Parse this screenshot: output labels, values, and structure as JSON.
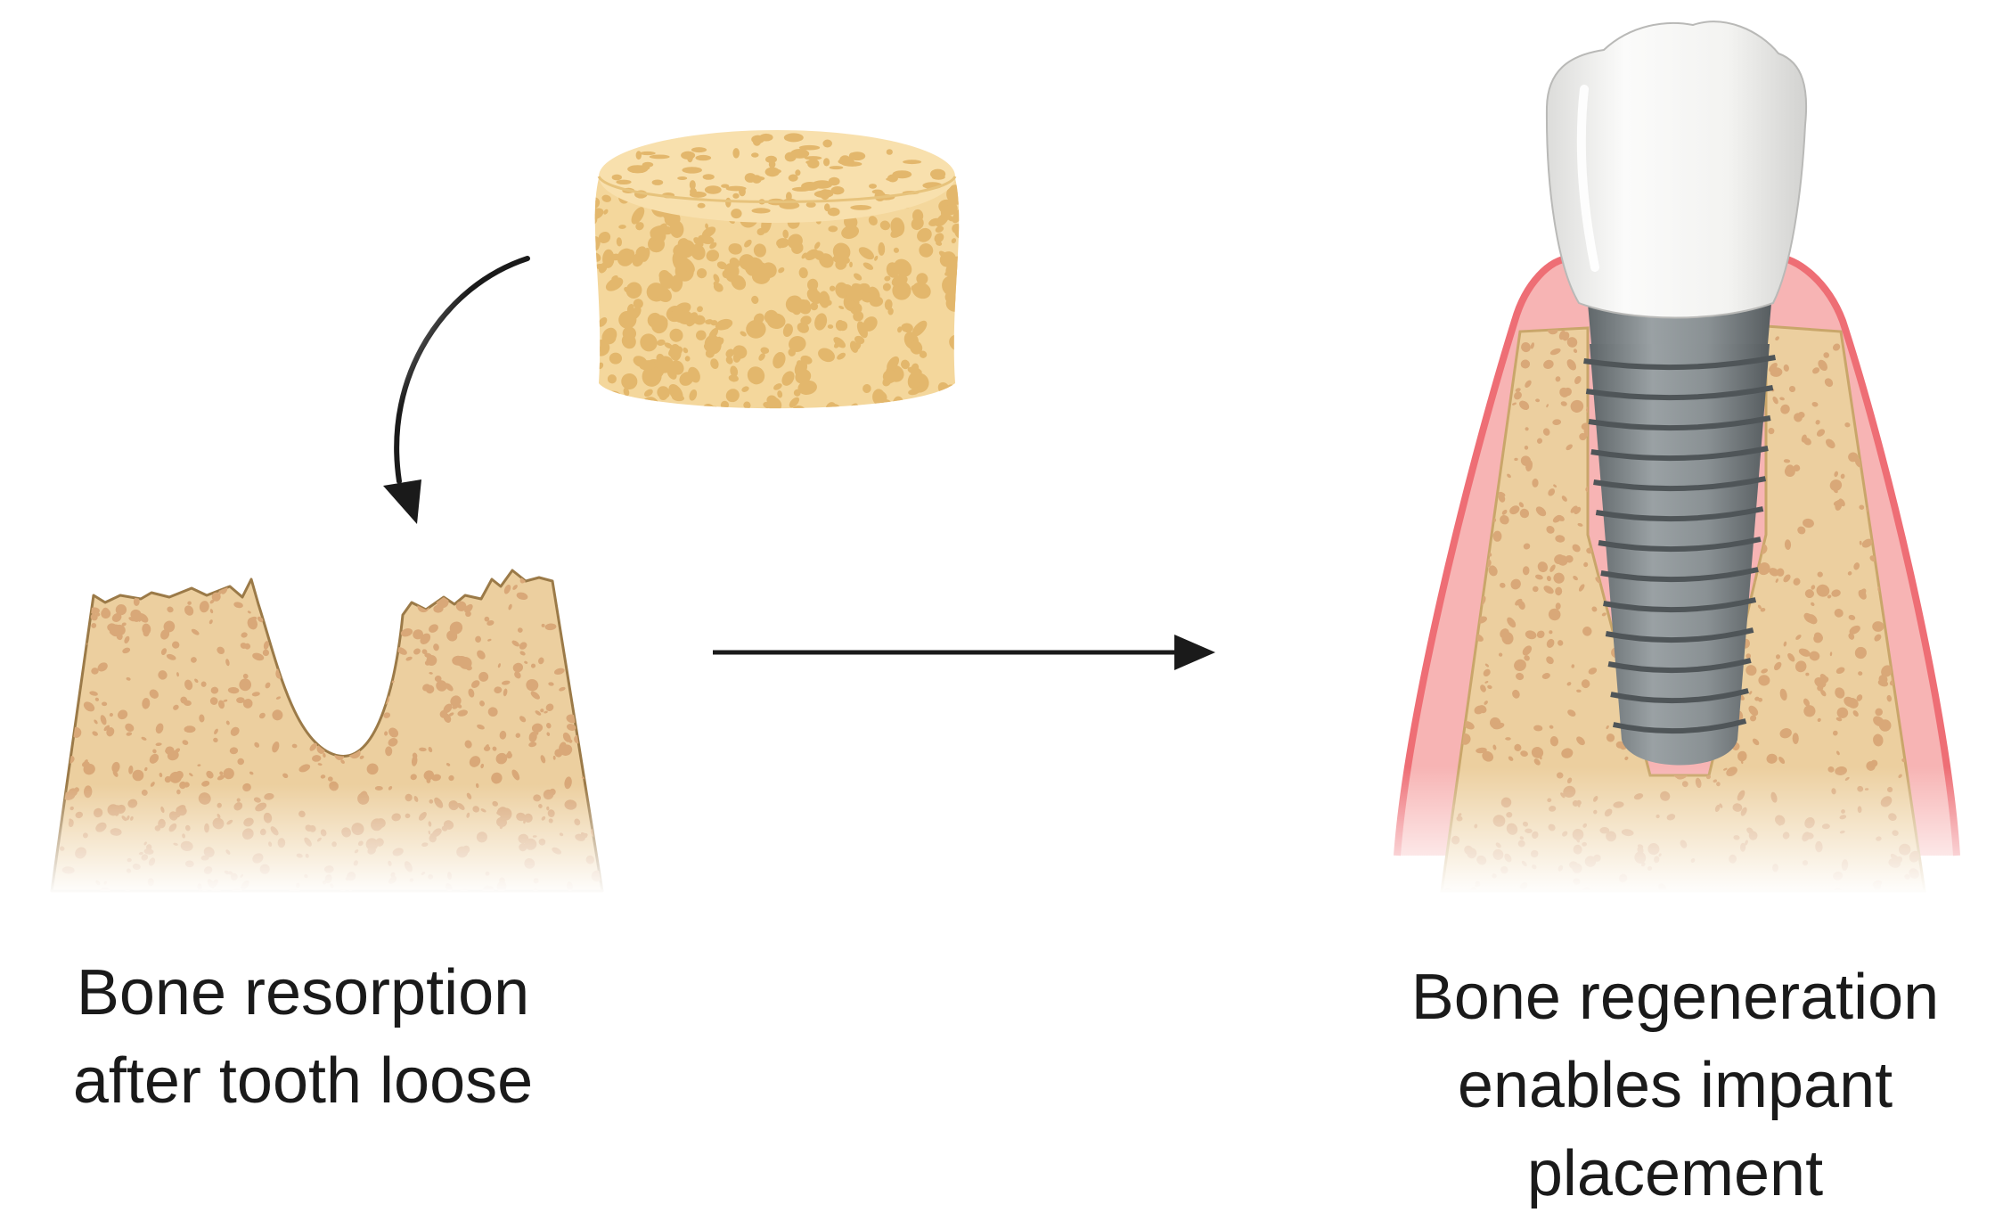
{
  "left_caption": {
    "line1": "Bone resorption",
    "line2": "after tooth loose"
  },
  "right_caption": {
    "line1": "Bone regeneration",
    "line2": "enables impant",
    "line3": "placement"
  },
  "colors": {
    "bone_fill": "#eccf9f",
    "bone_outline": "#9b7a48",
    "bone_speckle": "#d9a878",
    "scaffold_fill": "#f4d79c",
    "scaffold_pore": "#e3b76c",
    "gum": "#ee6e75",
    "gum_light": "#f7b4b4",
    "implant": "#7f8689",
    "crown": "#f5f5f3",
    "arrow": "#1a1a1a"
  }
}
